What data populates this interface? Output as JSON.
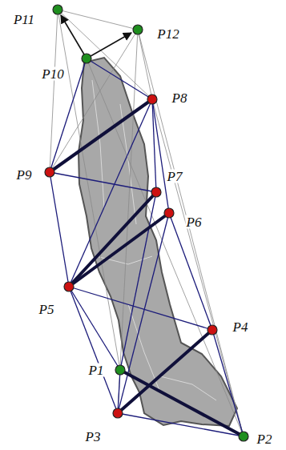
{
  "diagram": {
    "labels": [
      "P11",
      "P12",
      "P10",
      "P8",
      "P9",
      "P7",
      "P6",
      "P5",
      "P4",
      "P1",
      "P3",
      "P2"
    ]
  }
}
